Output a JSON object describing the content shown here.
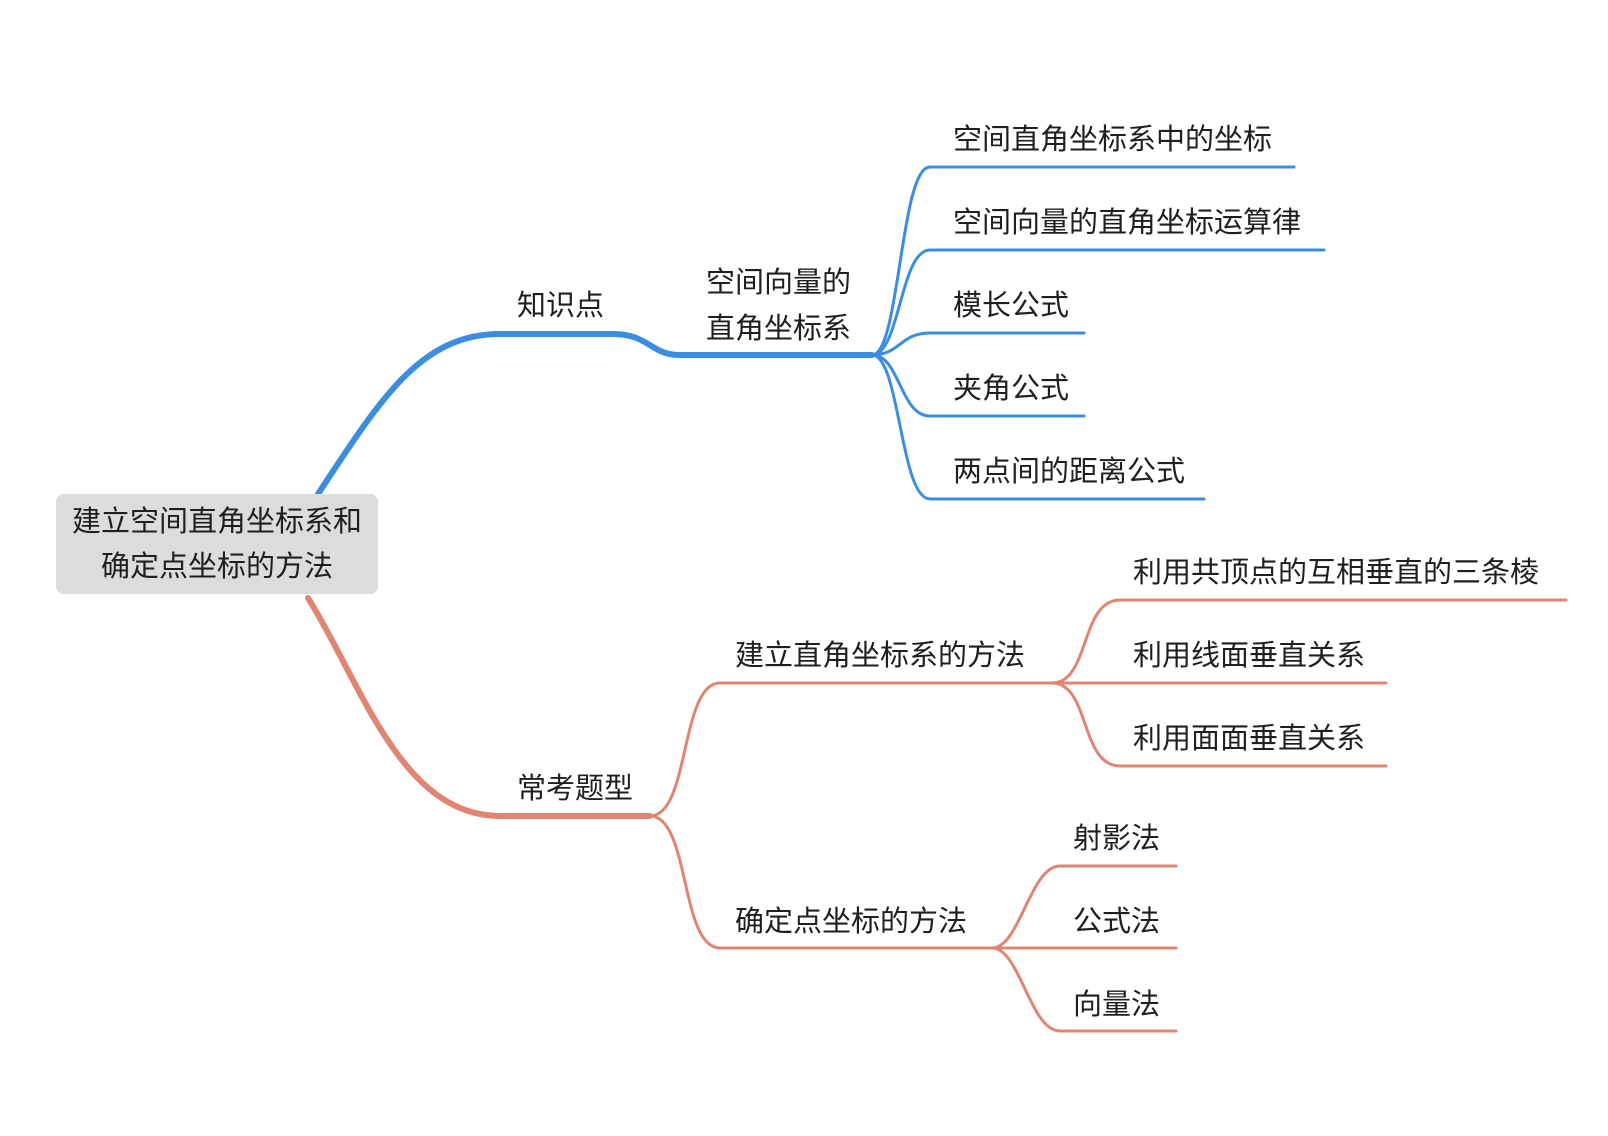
{
  "root": {
    "lines": [
      "建立空间直角坐标系和",
      "确定点坐标的方法"
    ]
  },
  "branches": [
    {
      "label": "知识点",
      "color": "#3b8de0",
      "children": [
        {
          "label_lines": [
            "空间向量的",
            "直角坐标系"
          ],
          "leaves": [
            "空间直角坐标系中的坐标",
            "空间向量的直角坐标运算律",
            "模长公式",
            "夹角公式",
            "两点间的距离公式"
          ]
        }
      ]
    },
    {
      "label": "常考题型",
      "color": "#e08572",
      "children": [
        {
          "label_lines": [
            "建立直角坐标系的方法"
          ],
          "leaves": [
            "利用共顶点的互相垂直的三条棱",
            "利用线面垂直关系",
            "利用面面垂直关系"
          ]
        },
        {
          "label_lines": [
            "确定点坐标的方法"
          ],
          "leaves": [
            "射影法",
            "公式法",
            "向量法"
          ]
        }
      ]
    }
  ]
}
